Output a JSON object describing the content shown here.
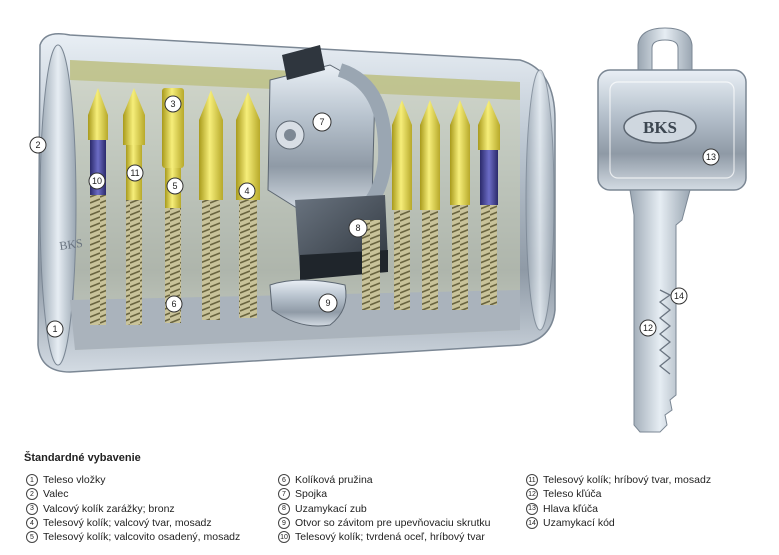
{
  "brand": "BKS",
  "legend": {
    "title": "Štandardné vybavenie",
    "items": [
      {
        "num": "1",
        "label": "Teleso vložky"
      },
      {
        "num": "2",
        "label": "Valec"
      },
      {
        "num": "3",
        "label": "Valcový kolík zarážky; bronz"
      },
      {
        "num": "4",
        "label": "Telesový kolík; valcový tvar, mosadz"
      },
      {
        "num": "5",
        "label": "Telesový kolík; valcovito osadený, mosadz"
      },
      {
        "num": "6",
        "label": "Kolíková pružina"
      },
      {
        "num": "7",
        "label": "Spojka"
      },
      {
        "num": "8",
        "label": "Uzamykací zub"
      },
      {
        "num": "9",
        "label": "Otvor so závitom pre upevňovaciu skrutku"
      },
      {
        "num": "10",
        "label": "Telesový kolík; tvrdená oceľ, hríbový tvar"
      },
      {
        "num": "11",
        "label": "Telesový kolík; hríbový tvar, mosadz"
      },
      {
        "num": "12",
        "label": "Teleso kľúča"
      },
      {
        "num": "13",
        "label": "Hlava kľúča"
      },
      {
        "num": "14",
        "label": "Uzamykací kód"
      }
    ]
  },
  "callouts": [
    "1",
    "2",
    "3",
    "4",
    "5",
    "6",
    "7",
    "8",
    "9",
    "10",
    "11",
    "12",
    "13",
    "14"
  ]
}
